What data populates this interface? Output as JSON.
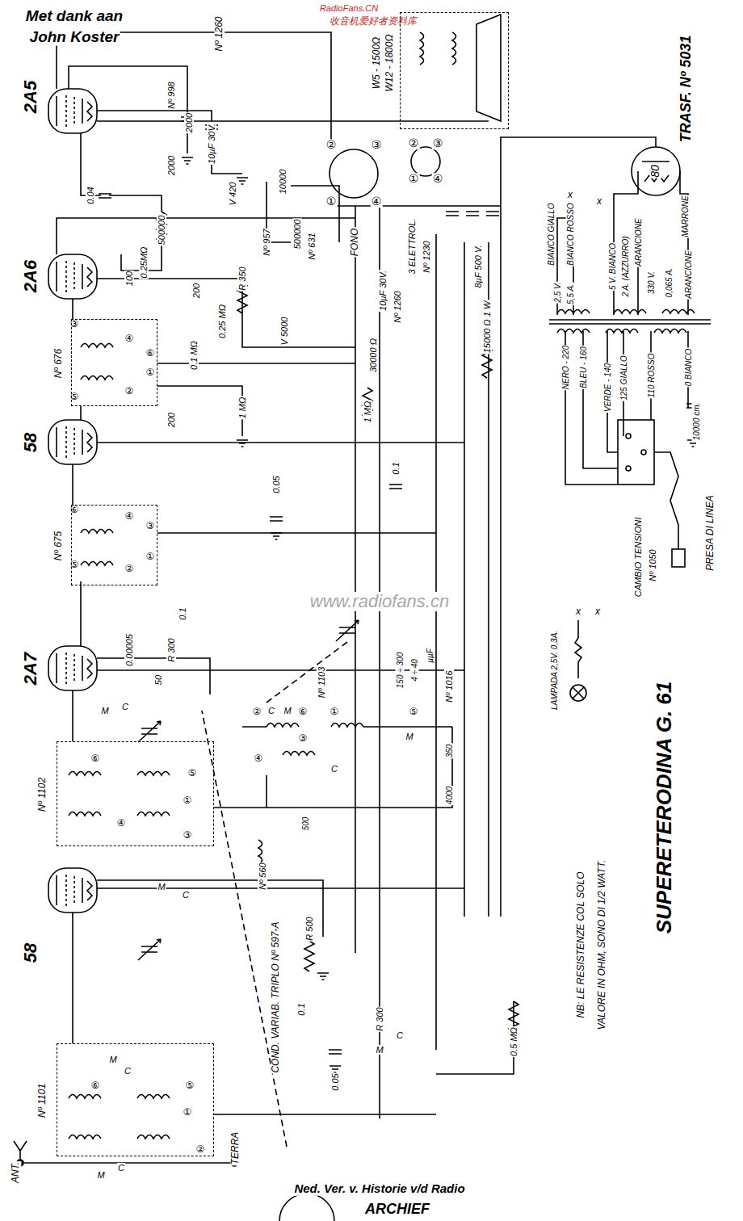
{
  "diagram": {
    "title": "SUPERETERODINA G. 61",
    "nodes": [
      {
        "text": [
          "Nº 676"
        ]
      },
      {
        "text": [
          "Nº 675"
        ]
      },
      {
        "text": [
          "Nº 1102"
        ]
      },
      {
        "text": [
          "Nº 1101"
        ]
      },
      {
        "text": [
          "W5 - 1500Ω",
          "W12 - 1800Ω"
        ]
      }
    ],
    "labels": [
      "Met dank aan",
      "John Koster",
      "RadioFans.CN",
      "收音机爱好者资料库",
      "www.radiofans.cn",
      "2A5",
      "2A6",
      "58",
      "2A7",
      "58",
      "Nº 1260",
      "2000",
      "10µF 30V.",
      "Nº 998",
      "2000",
      "V 420",
      "0.04",
      "500000",
      "0.25MΩ",
      "②",
      "③",
      "④",
      "①",
      "②",
      "③",
      "①",
      "④",
      "3 ELETTROL.",
      "Nº 1230",
      "8µF 500 V.",
      "TRASF. Nº 5031",
      "80",
      "MARRONE",
      "BIANCO GIALLO",
      "BIANCO ROSSO",
      "x",
      "x",
      "2,5 V.",
      "5,5 A.",
      "5 V. BIANCO",
      "2 A. (AZZURRO)",
      "ARANCIONE",
      "330 V.",
      "0,065 A.",
      "ARANCIONE",
      "NERO - 220",
      "BLEU - 160",
      "VERDE - 140",
      "125 GIALLO",
      "110 ROSSO",
      "0 BIANCO",
      "10000 cm.",
      "CAMBIO TENSIONI",
      "Nº 1050",
      "PRESA DI LINEA",
      "LAMPADA 2,5V. 0,3A.",
      "x",
      "x",
      "NB: LE RESISTENZE COL SOLO",
      "VALORE IN OHM, SONO DI 1/2 WATT.",
      "15000 Ω 1 W",
      "30000 Ω",
      "10µF 30V.",
      "Nº 1260",
      "FONO",
      "Nº 631",
      "Nº 957",
      "10000",
      "500000",
      "V 5000",
      "R 350",
      "0.25 MΩ",
      "200",
      "100",
      "0.1 MΩ",
      "200",
      "1 MΩ",
      "1 MΩ",
      "0.1",
      "0.05",
      "0.1",
      "R 300",
      "0.00005",
      "50",
      "C",
      "M",
      "Nº 1103",
      "150 ÷ 300",
      "4 ÷ 40",
      "µµF",
      "Nº 1016",
      "②",
      "⑥",
      "①",
      "⑤",
      "③",
      "④",
      "M",
      "C",
      "350",
      "4000",
      "500",
      "M",
      "C",
      "⑥",
      "⑤",
      "①",
      "④",
      "③",
      "M",
      "C",
      "Nº 560",
      "COND. VARIAB. TRIPLO Nº 597-A",
      "R 500",
      "0.1",
      "R 300",
      "C",
      "M",
      "0.05",
      "0.5 MΩ",
      "M",
      "C",
      "⑥",
      "⑤",
      "①",
      "②",
      "M",
      "C",
      "ANT.",
      "TERRA",
      "Ned. Ver. v. Historie v/d Radio",
      "ARCHIEF",
      "③",
      "④",
      "⑥",
      "⑤",
      "②",
      "①",
      "⑥",
      "④",
      "③",
      "⑤",
      "②",
      "①"
    ]
  }
}
